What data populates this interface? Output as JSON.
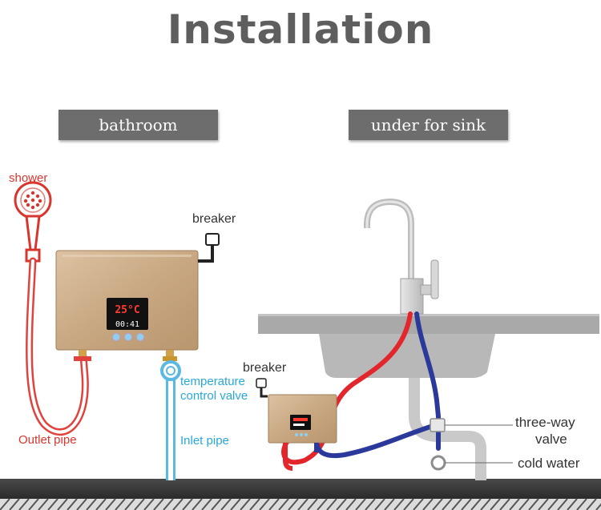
{
  "title": "Installation",
  "sections": {
    "bathroom": "bathroom",
    "sink": "under for sink"
  },
  "labels": {
    "shower": "shower",
    "breaker_bathroom": "breaker",
    "temperature_control_valve_line1": "temperature",
    "temperature_control_valve_line2": "control valve",
    "outlet_pipe": "Outlet pipe",
    "inlet_pipe": "Inlet pipe",
    "breaker_sink": "breaker",
    "three_way_valve_line1": "three-way",
    "three_way_valve_line2": "valve",
    "cold_water": "cold water"
  },
  "heater_display": {
    "temperature": "25°C",
    "time": "00:41"
  },
  "colors": {
    "hot_pipe": "#e3262b",
    "cold_pipe": "#2b3a9a",
    "inlet_hose": "#5bb8e0",
    "outlet_hose": "#e0433e",
    "heater_body": "#c9aa86",
    "sink": "#a9a9a9"
  }
}
